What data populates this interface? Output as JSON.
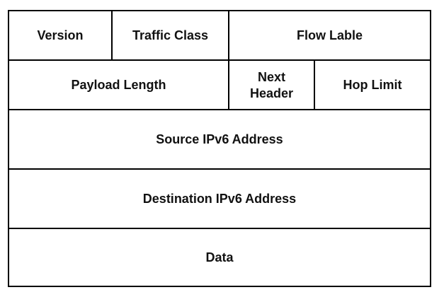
{
  "header_fields": {
    "version": "Version",
    "traffic_class": "Traffic Class",
    "flow_label": "Flow Lable",
    "payload_length": "Payload Length",
    "next_header": "Next\nHeader",
    "hop_limit": "Hop Limit",
    "source_address": "Source IPv6 Address",
    "destination_address": "Destination IPv6 Address",
    "data": "Data"
  },
  "colors": {
    "border": "#000000",
    "text": "#111111",
    "background": "#ffffff"
  }
}
